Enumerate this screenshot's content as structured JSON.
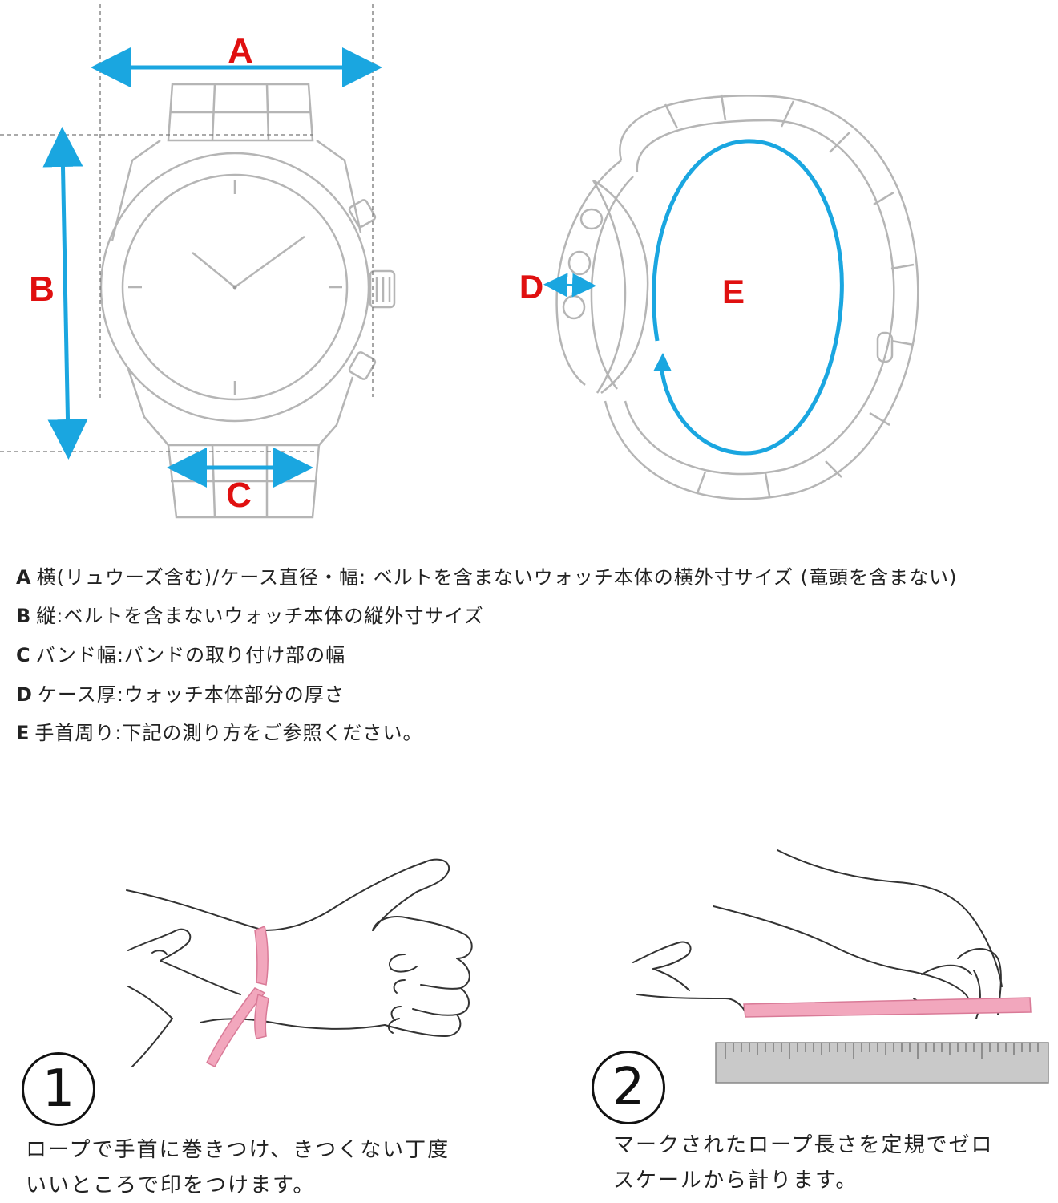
{
  "labels": {
    "a": "A",
    "b": "B",
    "c": "C",
    "d": "D",
    "e": "E"
  },
  "legend": [
    {
      "key": "A",
      "text": "横(リュウーズ含む)/ケース直径・幅: ベルトを含まないウォッチ本体の横外寸サイズ (竜頭を含まない)"
    },
    {
      "key": "B",
      "text": "縦:ベルトを含まないウォッチ本体の縦外寸サイズ"
    },
    {
      "key": "C",
      "text": "バンド幅:バンドの取り付け部の幅"
    },
    {
      "key": "D",
      "text": "ケース厚:ウォッチ本体部分の厚さ"
    },
    {
      "key": "E",
      "text": "手首周り:下記の測り方をご参照ください。"
    }
  ],
  "steps": [
    {
      "number": "1",
      "line1": "ロープで手首に巻きつけ、きつくない丁度",
      "line2": "いいところで印をつけます。"
    },
    {
      "number": "2",
      "line1": "マークされたロープ長さを定規でゼロ",
      "line2": "スケールから計ります。"
    }
  ],
  "colors": {
    "label_red": "#e01010",
    "arrow_blue": "#1aa6e0",
    "outline_gray": "#b5b5b5",
    "rope_pink": "#f2a7bd",
    "ruler_gray": "#c9c9c9"
  },
  "icons": {
    "watch_front": "watch-front-illustration",
    "watch_side": "watch-side-illustration",
    "hand_wrap": "hand-wrap-illustration",
    "hand_ruler": "hand-ruler-illustration"
  }
}
